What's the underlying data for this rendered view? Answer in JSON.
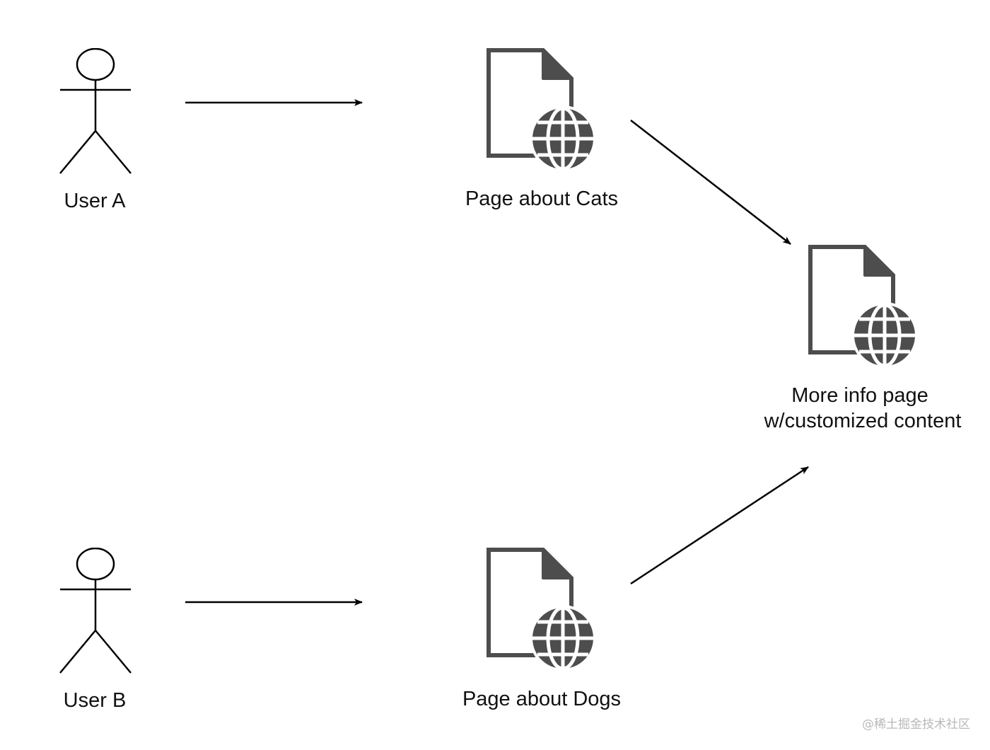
{
  "actors": {
    "user_a": {
      "label": "User A"
    },
    "user_b": {
      "label": "User B"
    }
  },
  "pages": {
    "cats": {
      "label": "Page about Cats",
      "icon": "web-page-icon"
    },
    "dogs": {
      "label": "Page about Dogs",
      "icon": "web-page-icon"
    },
    "more_info": {
      "label_line1": "More info page",
      "label_line2": "w/customized content",
      "icon": "web-page-icon"
    }
  },
  "watermark": "@稀土掘金技术社区",
  "colors": {
    "icon": "#4d4d4d",
    "stroke": "#000000",
    "text": "#111111"
  }
}
